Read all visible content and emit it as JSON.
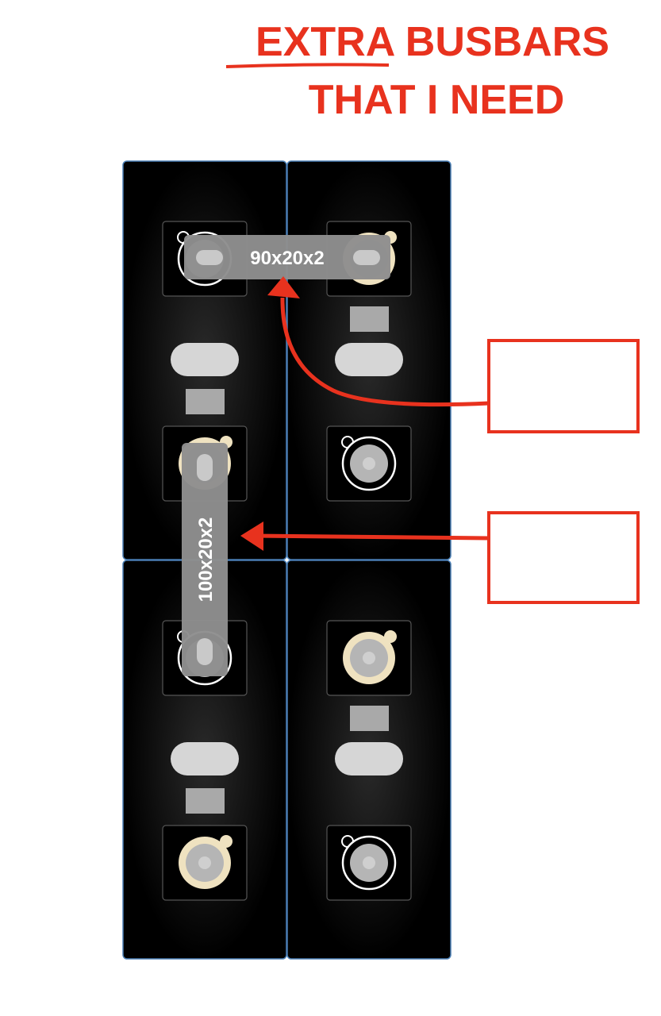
{
  "title": {
    "line1_prefix": "EXTRA",
    "line1_rest": " BUSBARS",
    "line2": "THAT I NEED",
    "color": "#e8321e"
  },
  "busbars": [
    {
      "label": "90x20x2",
      "orientation": "horizontal"
    },
    {
      "label": "100x20x2",
      "orientation": "vertical"
    }
  ],
  "cells": [
    {
      "position": "top-left",
      "top_terminal": "negative",
      "bottom_terminal": "positive"
    },
    {
      "position": "top-right",
      "top_terminal": "positive",
      "bottom_terminal": "negative"
    },
    {
      "position": "bottom-left",
      "top_terminal": "negative",
      "bottom_terminal": "positive"
    },
    {
      "position": "bottom-right",
      "top_terminal": "positive",
      "bottom_terminal": "negative"
    }
  ],
  "colors": {
    "cell": "#000000",
    "cell_border": "#4a7fb5",
    "positive": "#efe2c0",
    "busbar": "#8e8e8e",
    "annotation": "#e8321e"
  }
}
